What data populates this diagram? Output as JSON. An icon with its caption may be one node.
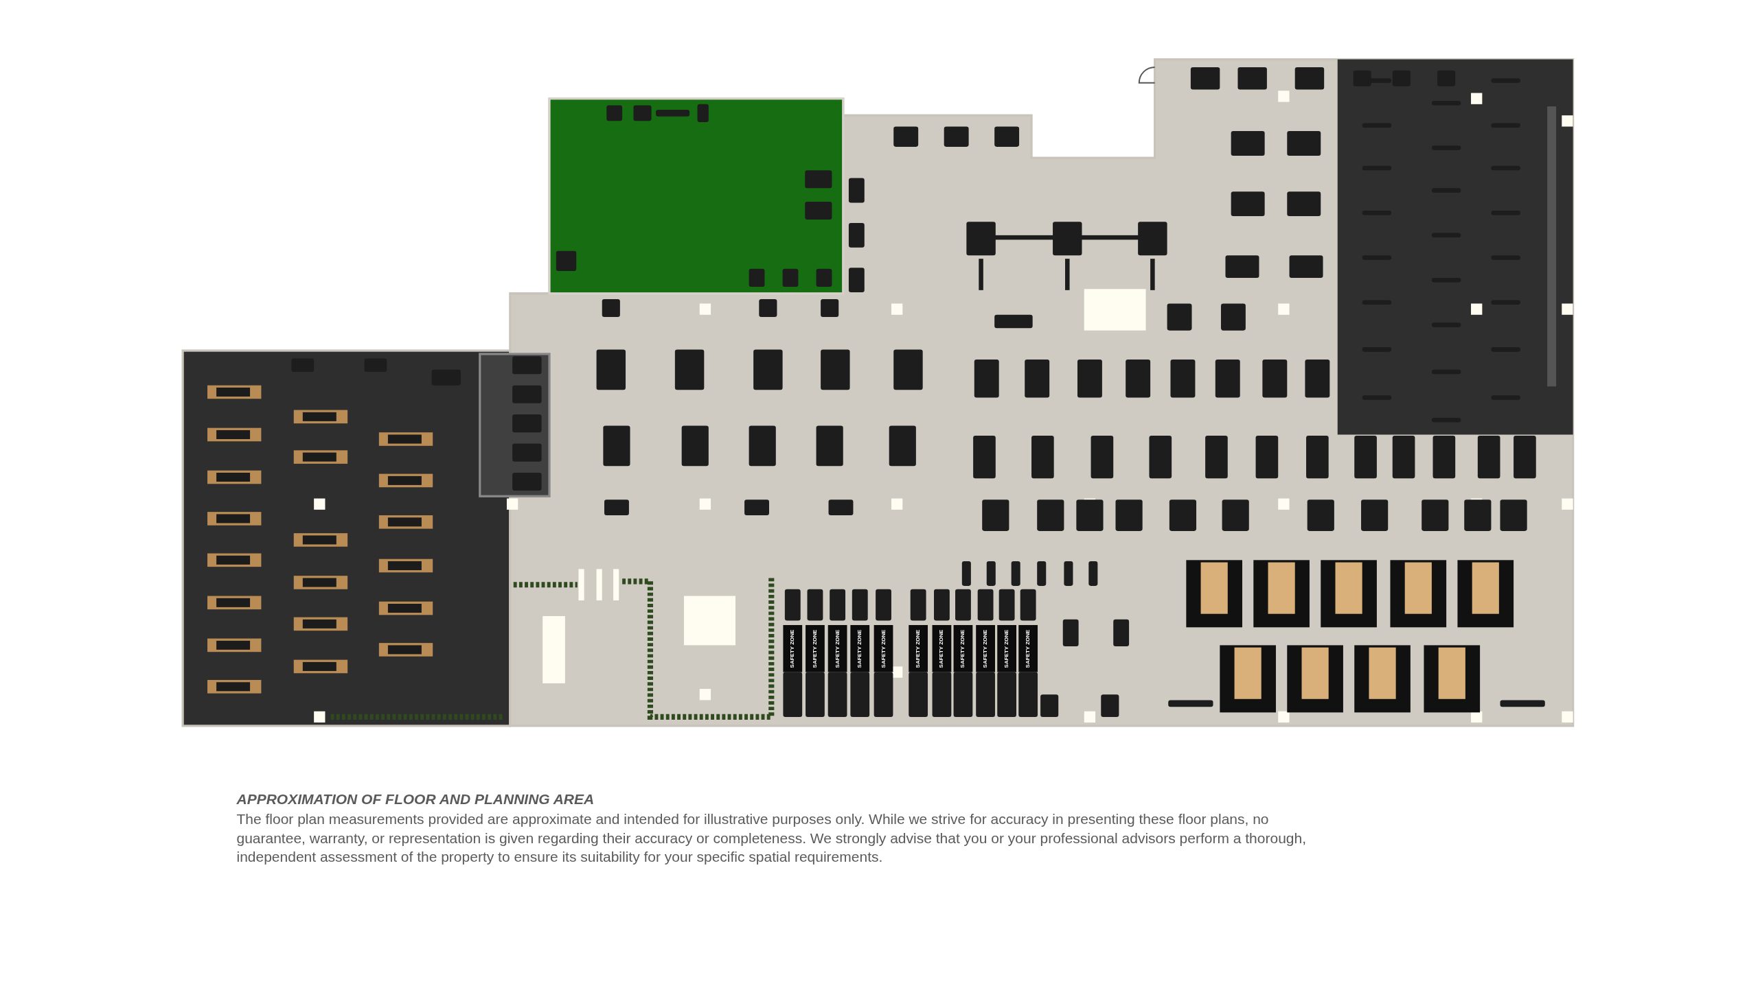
{
  "diagram": {
    "title": "APPROXIMATION OF FLOOR AND PLANNING AREA",
    "caption": "The floor plan measurements provided are approximate and intended for illustrative purposes only. While we strive for accuracy in presenting these floor plans, no guarantee, warranty, or representation is given regarding their accuracy or completeness. We strongly advise that you or your professional advisors perform a thorough, independent assessment of the property to ensure its suitability for your specific spatial requirements.",
    "labels": [
      "SAFETY ZONE",
      "SAFETY ZONE",
      "SAFETY ZONE",
      "SAFETY ZONE",
      "SAFETY ZONE",
      "SAFETY ZONE",
      "SAFETY ZONE",
      "SAFETY ZONE",
      "SAFETY ZONE",
      "SAFETY ZONE",
      "SAFETY ZONE"
    ]
  }
}
